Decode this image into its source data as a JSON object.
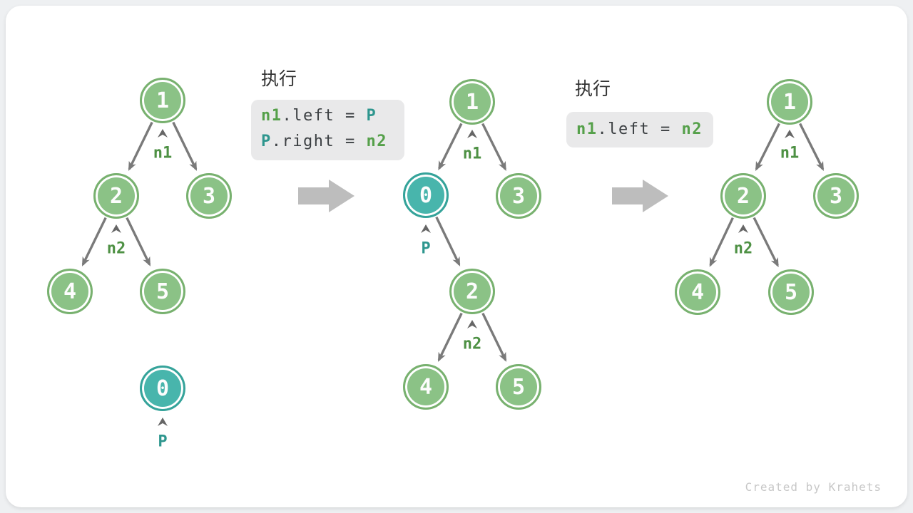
{
  "watermark": "Created by Krahets",
  "colors": {
    "node_green_fill": "#8bc286",
    "node_green_border": "#78b16f",
    "node_teal_fill": "#48b5ac",
    "node_teal_border": "#35a39a",
    "label_green": "#4e9144",
    "label_teal": "#2e968e",
    "code_green": "#55a04a",
    "code_teal": "#2e968e",
    "code_plain": "#3c4043",
    "code_bg": "#e9e9ea",
    "edge_gray": "#7a7a7a",
    "big_arrow_gray": "#bdbdbd"
  },
  "steps": [
    {
      "exec": "执行",
      "l1": {
        "a": "n1",
        "b": ".left = ",
        "c": "P"
      },
      "l2": {
        "a": "P",
        "b": ".right = ",
        "c": "n2"
      }
    },
    {
      "exec": "执行",
      "l1": {
        "a": "n1",
        "b": ".left = ",
        "c": "n2"
      }
    }
  ],
  "trees": {
    "t1": {
      "nodes": {
        "v1": "1",
        "v2": "2",
        "v3": "3",
        "v4": "4",
        "v5": "5",
        "p": "0"
      },
      "labels": {
        "n1": "n1",
        "n2": "n2",
        "p": "P"
      }
    },
    "t2": {
      "nodes": {
        "v1": "1",
        "p": "0",
        "v3": "3",
        "v2": "2",
        "v4": "4",
        "v5": "5"
      },
      "labels": {
        "n1": "n1",
        "p": "P",
        "n2": "n2"
      }
    },
    "t3": {
      "nodes": {
        "v1": "1",
        "v2": "2",
        "v3": "3",
        "v4": "4",
        "v5": "5"
      },
      "labels": {
        "n1": "n1",
        "n2": "n2"
      }
    }
  }
}
